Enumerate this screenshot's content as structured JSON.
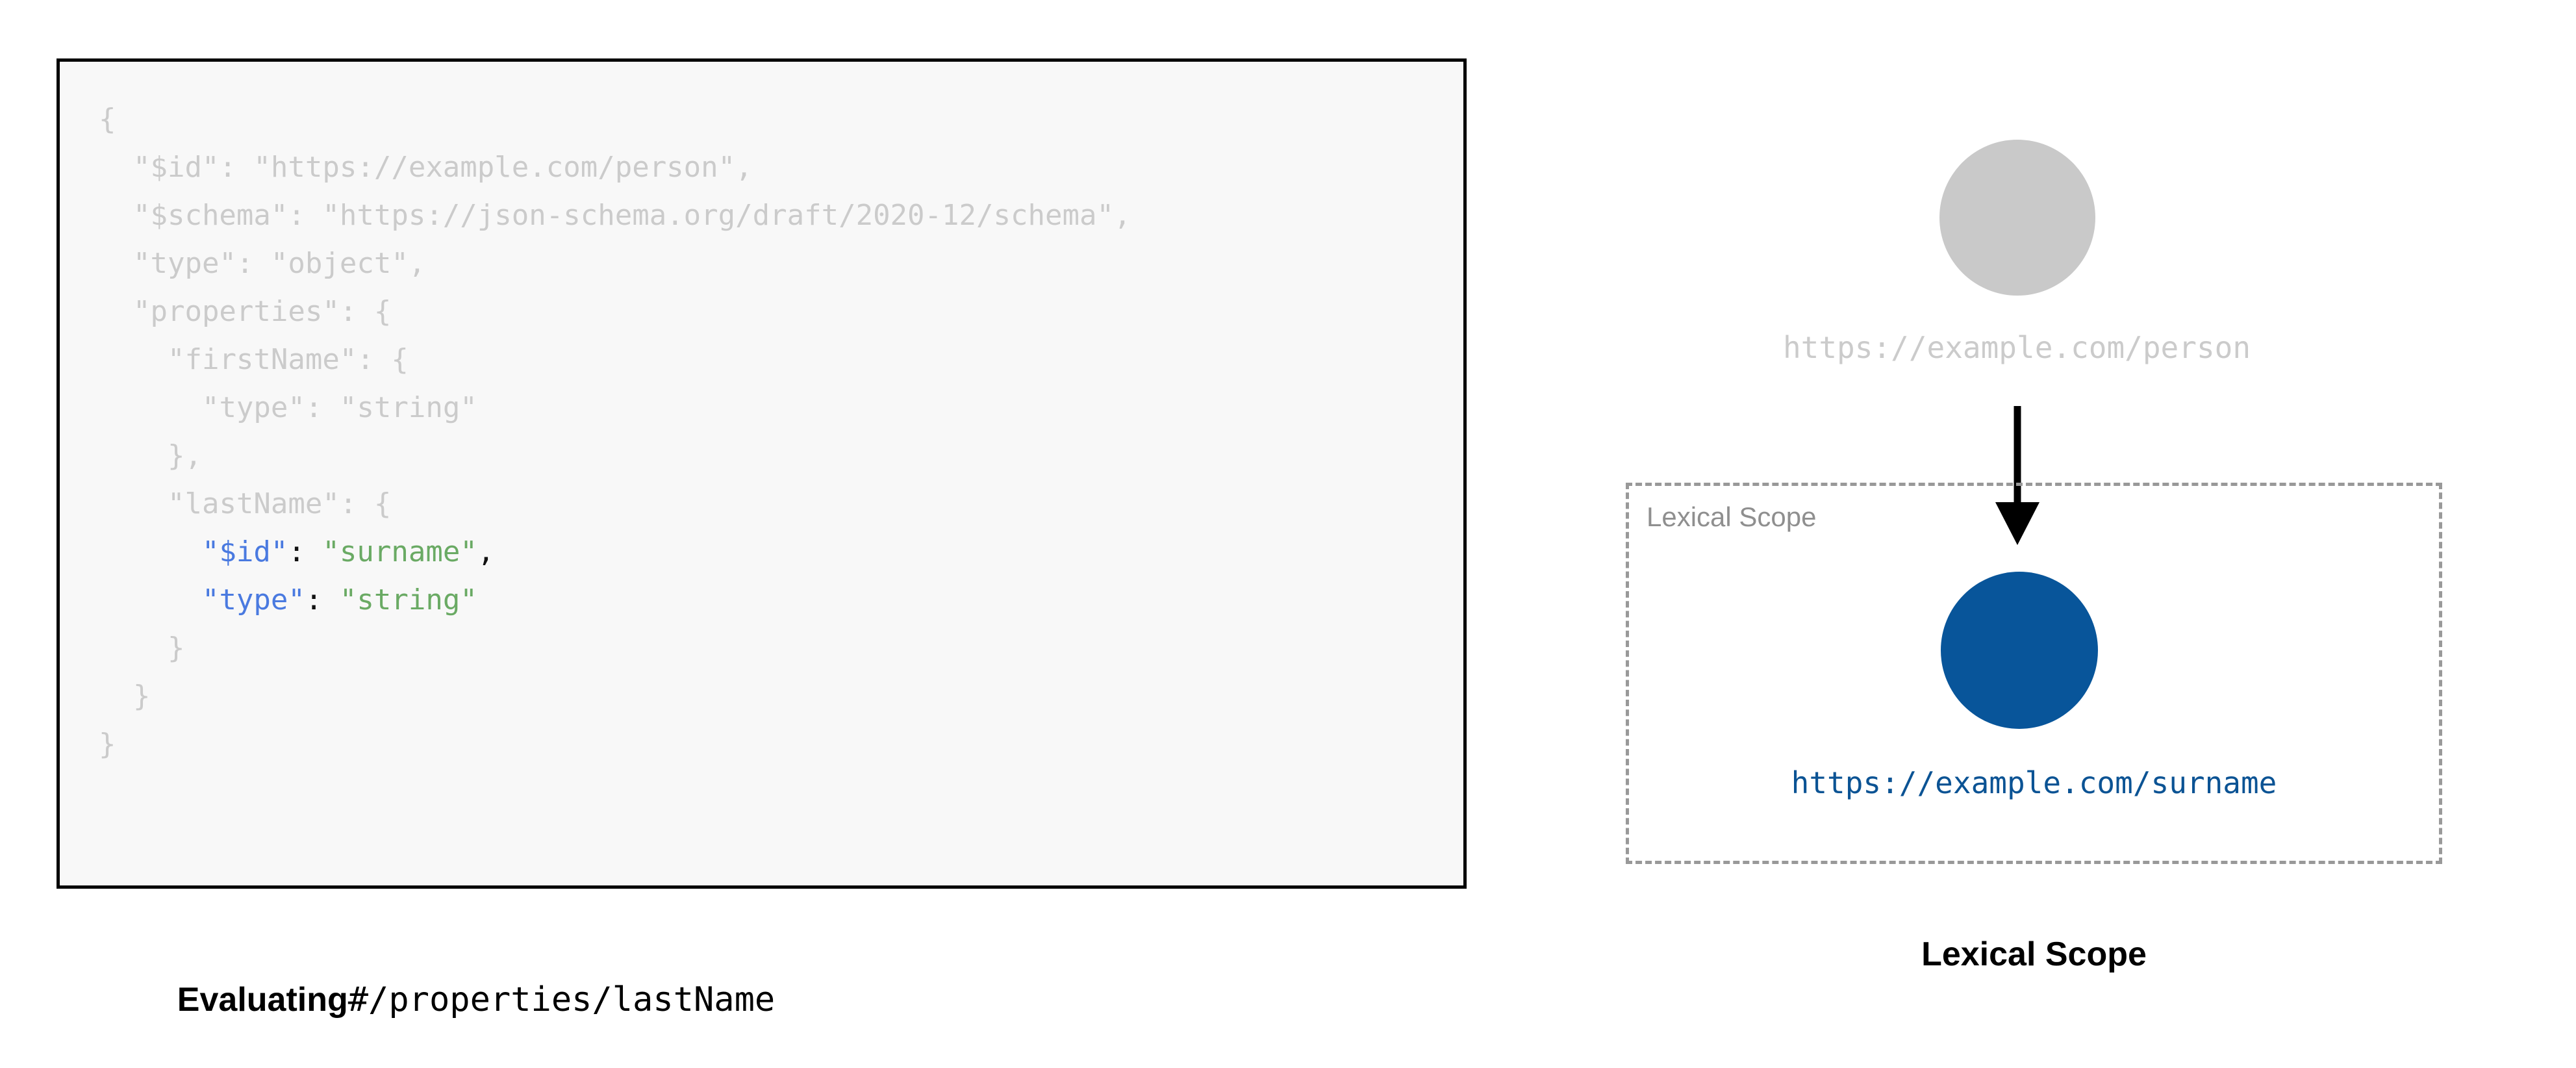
{
  "code_panel": {
    "caption_bold": "Evaluating",
    "caption_pointer": "#/properties/lastName",
    "colors": {
      "dim": "#cbcbcb",
      "key": "#4a7ae0",
      "string": "#6aaa64",
      "punct": "#111111",
      "background": "#f8f8f8",
      "border": "#000000"
    },
    "lines": [
      {
        "indent": 0,
        "tokens": [
          {
            "t": "{",
            "c": "dim"
          }
        ]
      },
      {
        "indent": 1,
        "tokens": [
          {
            "t": "\"$id\": \"https://example.com/person\",",
            "c": "dim"
          }
        ]
      },
      {
        "indent": 1,
        "tokens": [
          {
            "t": "\"$schema\": \"https://json-schema.org/draft/2020-12/schema\",",
            "c": "dim"
          }
        ]
      },
      {
        "indent": 1,
        "tokens": [
          {
            "t": "\"type\": \"object\",",
            "c": "dim"
          }
        ]
      },
      {
        "indent": 1,
        "tokens": [
          {
            "t": "\"properties\": {",
            "c": "dim"
          }
        ]
      },
      {
        "indent": 2,
        "tokens": [
          {
            "t": "\"firstName\": {",
            "c": "dim"
          }
        ]
      },
      {
        "indent": 3,
        "tokens": [
          {
            "t": "\"type\": \"string\"",
            "c": "dim"
          }
        ]
      },
      {
        "indent": 2,
        "tokens": [
          {
            "t": "},",
            "c": "dim"
          }
        ]
      },
      {
        "indent": 2,
        "tokens": [
          {
            "t": "\"lastName\": {",
            "c": "dim"
          }
        ]
      },
      {
        "indent": 3,
        "tokens": [
          {
            "t": "\"$id\"",
            "c": "key"
          },
          {
            "t": ": ",
            "c": "punct"
          },
          {
            "t": "\"surname\"",
            "c": "string"
          },
          {
            "t": ",",
            "c": "punct"
          }
        ]
      },
      {
        "indent": 3,
        "tokens": [
          {
            "t": "\"type\"",
            "c": "key"
          },
          {
            "t": ": ",
            "c": "punct"
          },
          {
            "t": "\"string\"",
            "c": "string"
          }
        ]
      },
      {
        "indent": 2,
        "tokens": [
          {
            "t": "}",
            "c": "dim"
          }
        ]
      },
      {
        "indent": 1,
        "tokens": [
          {
            "t": "}",
            "c": "dim"
          }
        ]
      },
      {
        "indent": 0,
        "tokens": [
          {
            "t": "}",
            "c": "dim"
          }
        ]
      }
    ]
  },
  "diagram_panel": {
    "caption": "Lexical Scope",
    "root_node": {
      "label": "https://example.com/person",
      "fill": "#c9c9c9",
      "label_color": "#cbcbcb"
    },
    "scope_box": {
      "label": "Lexical Scope",
      "border_color": "#999999",
      "label_color": "#8f8f8f"
    },
    "surname_node": {
      "label": "https://example.com/surname",
      "fill": "#08559a",
      "label_color": "#0b5394"
    },
    "arrow": {
      "color": "#000000",
      "direction": "down"
    }
  }
}
